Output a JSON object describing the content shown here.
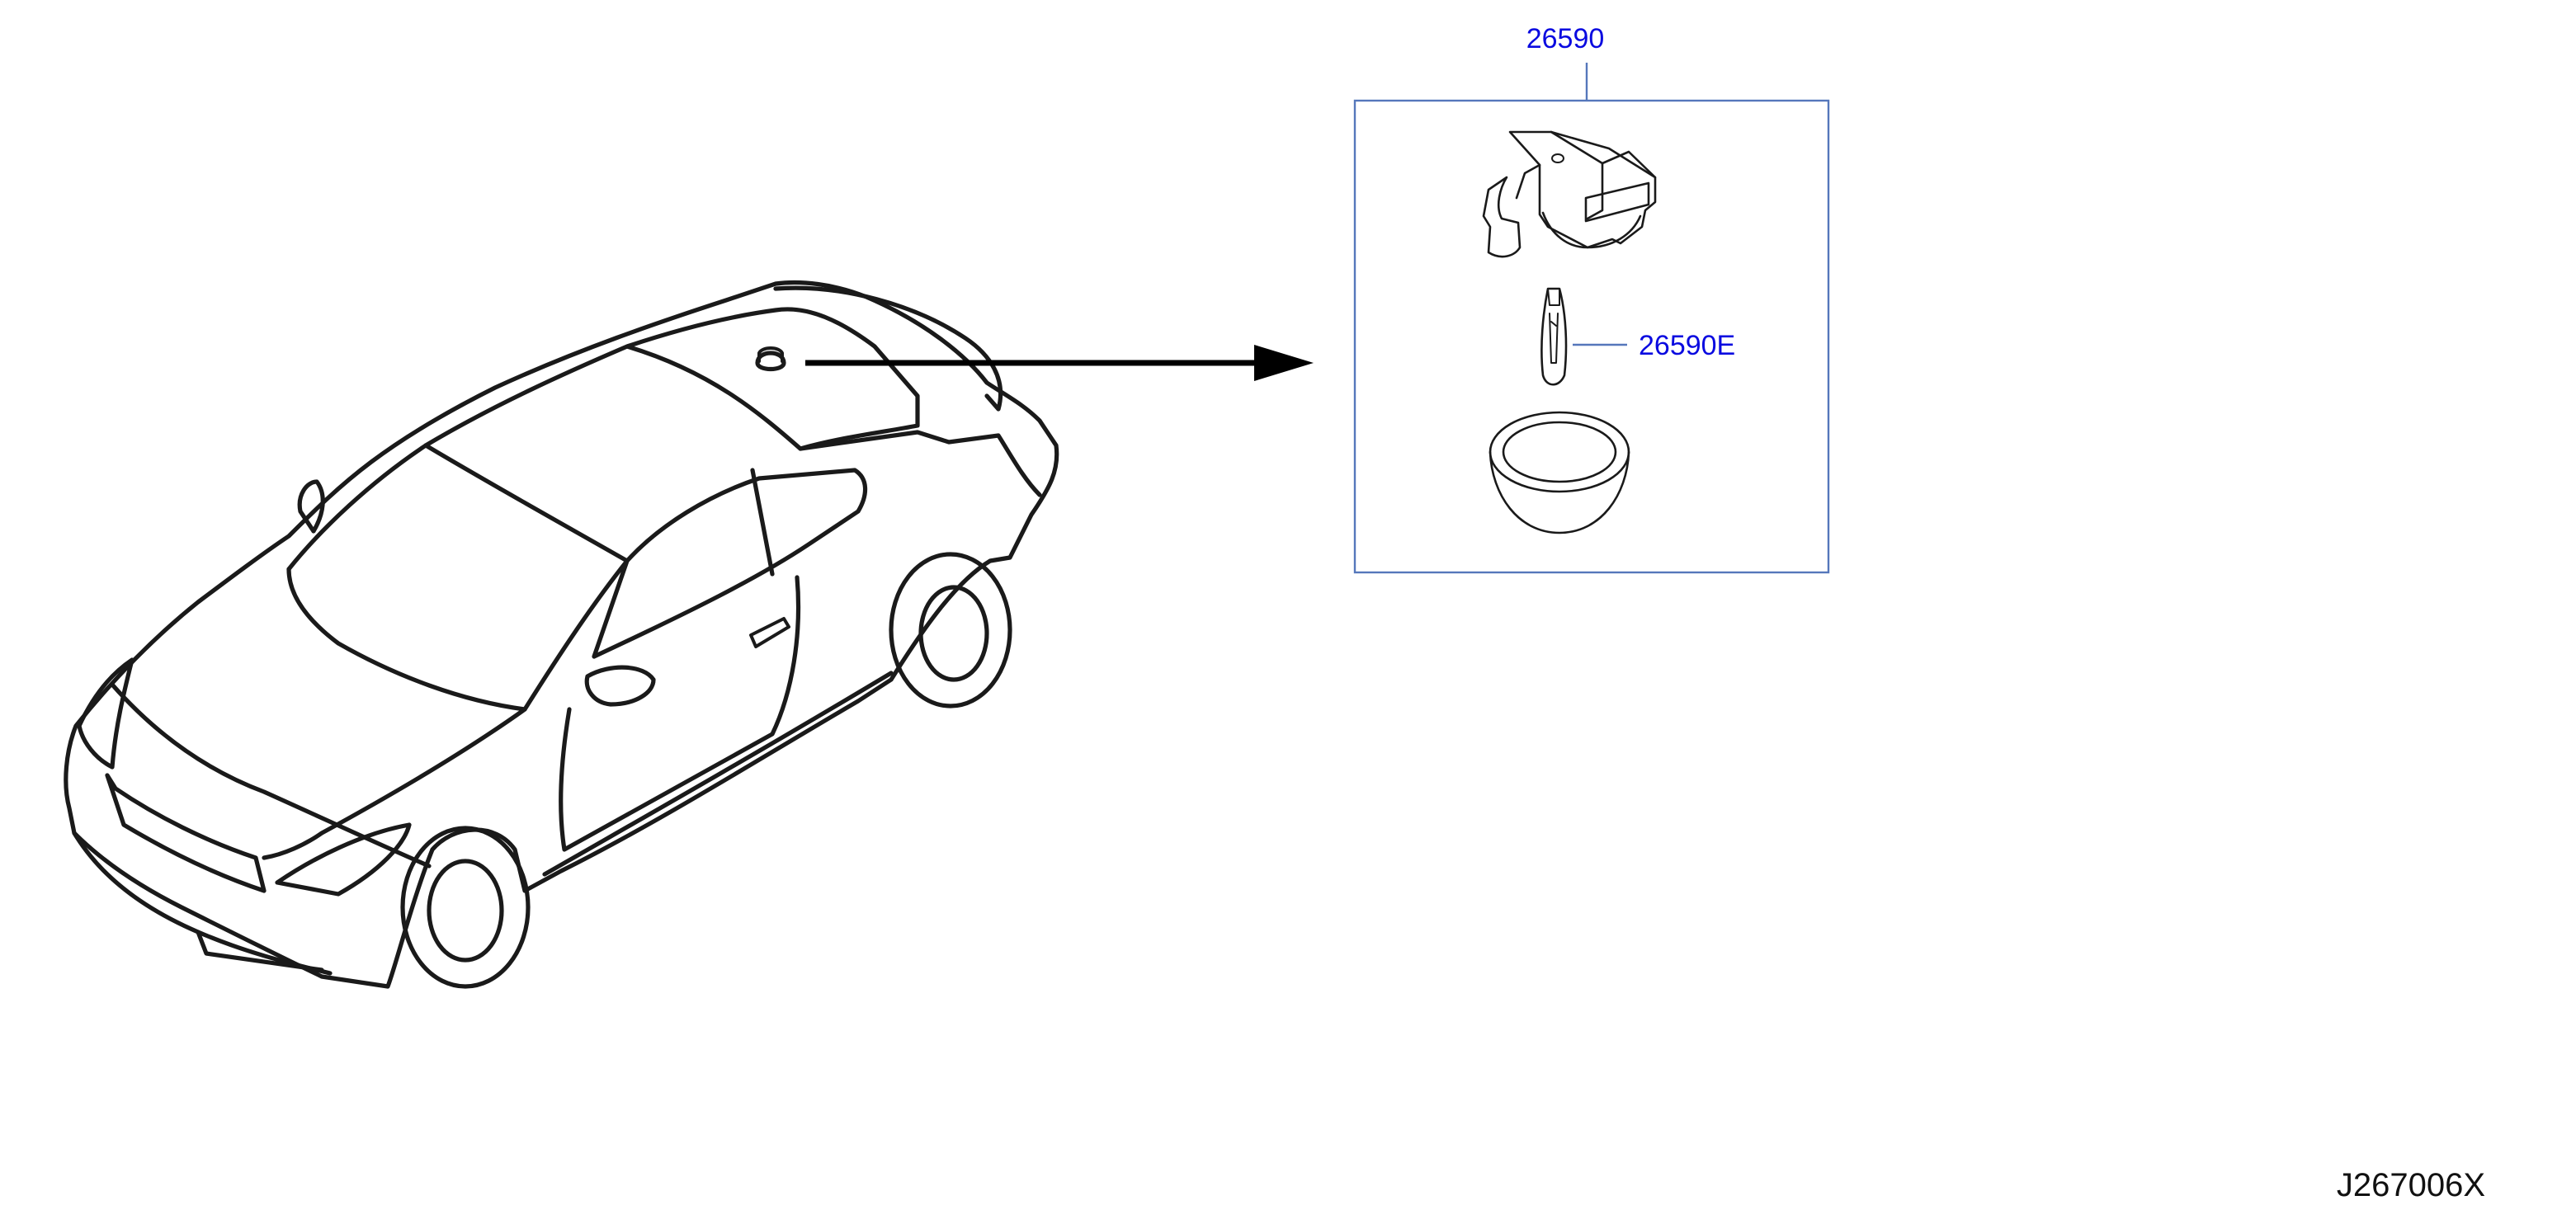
{
  "diagram": {
    "part_numbers": {
      "lamp_assembly": "26590",
      "bulb": "26590E"
    },
    "diagram_code": "J267006X"
  },
  "colors": {
    "callout": "#0a0ae0",
    "callout_box": "#5577bb",
    "line_art": "#1a1a1a",
    "background": "#ffffff"
  }
}
